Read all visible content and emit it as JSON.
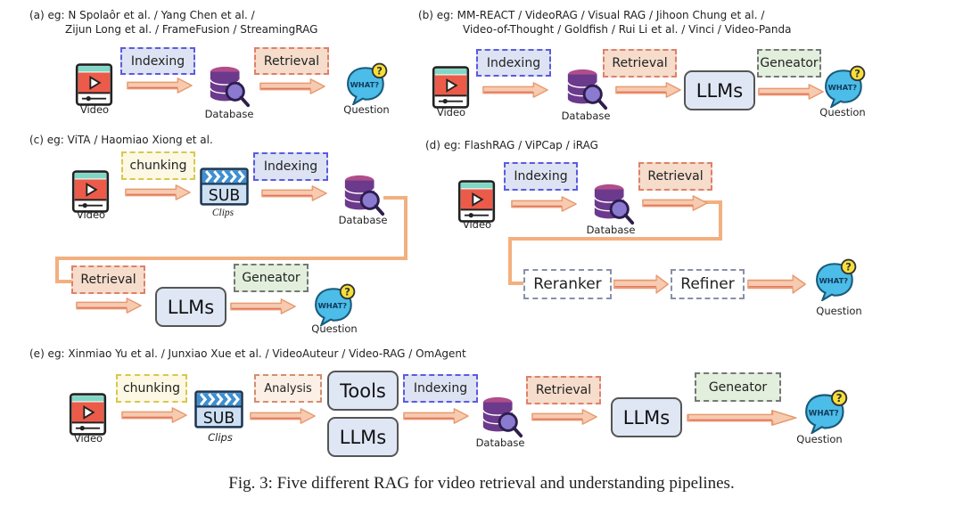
{
  "figure": {
    "caption": "Fig. 3: Five different RAG for video retrieval and understanding pipelines."
  },
  "labels": {
    "video": "Video",
    "database": "Database",
    "question": "Question",
    "clips": "Clips",
    "question_bubble_text": "WHAT?",
    "question_mark": "?",
    "sub_text": "SUB"
  },
  "colors": {
    "indexing": "#5b5be0",
    "retrieval": "#e0806a",
    "generator": "#777777",
    "chunking": "#d8c84c",
    "arrow_fill": "#f6cbb0",
    "arrow_stroke": "#e89a70",
    "connector": "#f3b07f"
  },
  "panels": {
    "a": {
      "header_line1": "(a) eg: N Spolaôr et al. / Yang Chen et al. /",
      "header_line2": "Zijun Long et al. / FrameFusion / StreamingRAG",
      "stages": [
        "Indexing",
        "Retrieval"
      ]
    },
    "b": {
      "header_line1": "(b)  eg: MM-REACT / VideoRAG / Visual RAG / Jihoon Chung et al. /",
      "header_line2": "Video-of-Thought / Goldfish / Rui Li et al. / Vinci / Video-Panda",
      "stages": [
        "Indexing",
        "Retrieval",
        "Geneator"
      ],
      "model": "LLMs"
    },
    "c": {
      "header_line1": "(c)  eg: ViTA / Haomiao Xiong et al.",
      "stages": [
        "chunking",
        "Indexing",
        "Retrieval",
        "Geneator"
      ],
      "model": "LLMs"
    },
    "d": {
      "header_line1": "(d)  eg: FlashRAG / ViPCap / iRAG",
      "stages": [
        "Indexing",
        "Retrieval",
        "Reranker",
        "Refiner"
      ]
    },
    "e": {
      "header_line1": "(e)  eg: Xinmiao Yu et al.  /  Junxiao Xue et al. / VideoAuteur / Video-RAG / OmAgent",
      "stages": [
        "chunking",
        "Analysis",
        "Indexing",
        "Retrieval",
        "Geneator"
      ],
      "tools": "Tools",
      "model": "LLMs",
      "model2": "LLMs"
    }
  }
}
